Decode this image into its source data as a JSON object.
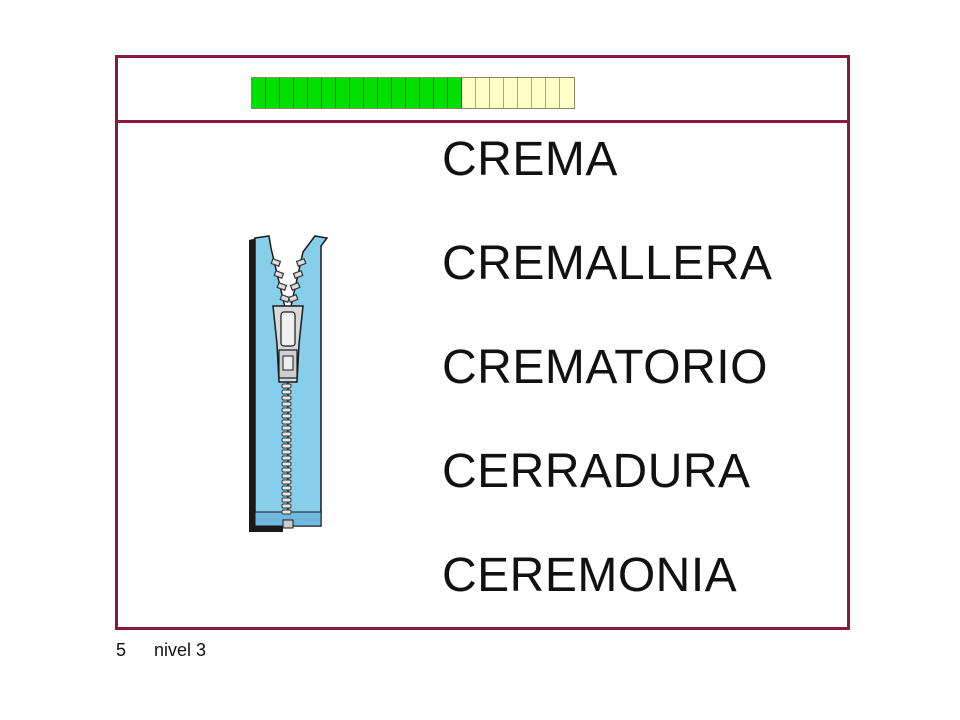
{
  "progress": {
    "total": 23,
    "filled": 15,
    "filled_color": "#00e000",
    "empty_color": "#ffffc8"
  },
  "picture": {
    "icon": "zipper-icon"
  },
  "options": [
    "CREMA",
    "CREMALLERA",
    "CREMATORIO",
    "CERRADURA",
    "CEREMONIA"
  ],
  "footer": {
    "page_number": "5",
    "level": "nivel 3"
  },
  "colors": {
    "frame": "#8b1a3a",
    "zipper_tape": "#87ceeb"
  }
}
